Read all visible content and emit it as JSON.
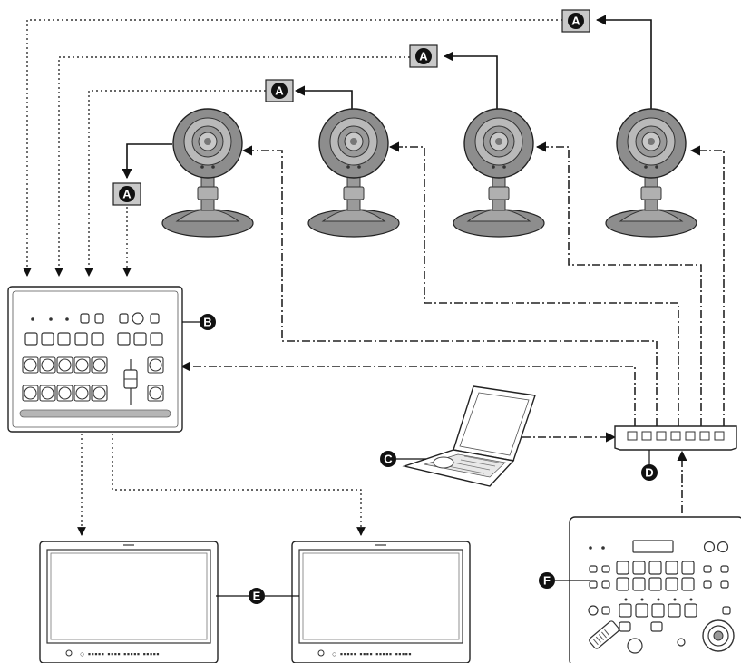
{
  "labels": {
    "a": "A",
    "b": "B",
    "c": "C",
    "d": "D",
    "e": "E",
    "f": "F"
  },
  "monitors": {
    "left_buttons": "○ ▪▪▪▪▪ ▪▪▪▪ ▪▪▪▪▪ ▪▪▪▪▪",
    "right_buttons": "○ ▪▪▪▪▪ ▪▪▪▪ ▪▪▪▪▪ ▪▪▪▪▪"
  },
  "colors": {
    "label_box": "#c9c9c9",
    "ink": "#111111",
    "camera_body": "#8d8d8d",
    "camera_lens": "#b9b9b9"
  }
}
